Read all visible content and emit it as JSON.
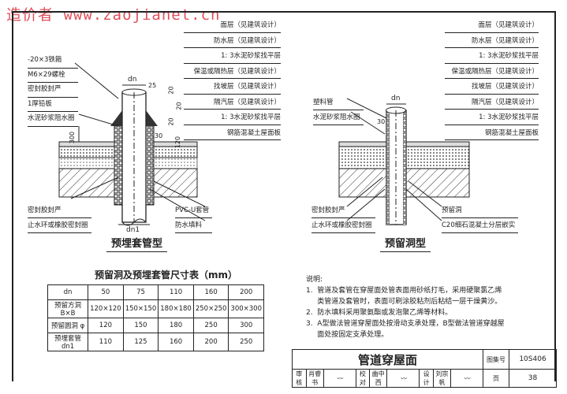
{
  "watermark": "造价者 www.zaojianet.cn",
  "layers": [
    "面层（见建筑设计）",
    "防水层（见建筑设计）",
    "1: 3水泥砂浆找平层",
    "保温或隔热层（见建筑设计）",
    "找坡层（见建筑设计）",
    "隔汽层（见建筑设计）",
    "1: 3水泥砂浆找平层",
    "钢筋混凝土屋面板"
  ],
  "left_drawing": {
    "title": "预埋套管型",
    "callouts_top": [
      "-20×3铁箍",
      "M6×29螺栓",
      "密封胶封严",
      "1厚铅板",
      "水泥砂浆阻水圈"
    ],
    "callouts_bottom_left": [
      "密封胶封严",
      "止水环或橡胶密封圈"
    ],
    "callouts_bottom_right": [
      "PVC-U套管",
      "防水填料"
    ],
    "dims": {
      "dn": "dn",
      "dn1": "dn1",
      "h300": "300",
      "d25": "25",
      "d20a": "20",
      "d20b": "20",
      "d20c": "20",
      "d30": "30",
      "d120": "120"
    }
  },
  "right_drawing": {
    "title": "预留洞型",
    "callouts_top": [
      "塑料管",
      "水泥砂浆阻水圈"
    ],
    "callouts_bottom_left": [
      "密封胶封严",
      "止水环或橡胶密封圈"
    ],
    "callouts_bottom_right": [
      "预留洞",
      "C20细石混凝土分层嵌实"
    ],
    "dims": {
      "dn": "dn",
      "d30": "30"
    }
  },
  "size_table": {
    "title": "预留洞及预埋套管尺寸表（mm）",
    "rows": [
      [
        "dn",
        "50",
        "75",
        "110",
        "160",
        "200"
      ],
      [
        "预留方洞B×B",
        "120×120",
        "150×150",
        "180×180",
        "250×250",
        "300×300"
      ],
      [
        "预留圆洞 φ",
        "120",
        "150",
        "180",
        "250",
        "300"
      ],
      [
        "预埋套管dn1",
        "110",
        "125",
        "160",
        "200",
        "250"
      ]
    ]
  },
  "notes": {
    "heading": "说明:",
    "items": [
      "1.  管道及套管在穿屋面处管表面用砂纸打毛，采用硬聚氯乙烯",
      "     类管道及套管时，表面可刷涂胶粘剂后粘结一层干燥黄沙。",
      "2.  防水填料采用聚氨酯或发泡聚乙烯等材料。",
      "3.  A型做法管道穿屋面处按滑动支承处理，B型做法管道穿越屋",
      "     面处按固定支承处理。"
    ]
  },
  "title_block": {
    "title": "管道穿屋面",
    "atlas_label": "图集号",
    "atlas_no": "10S406",
    "page_label": "页",
    "page_no": "38",
    "sign": [
      "审核",
      "肖睿书",
      "校对",
      "曲中西",
      "设计",
      "刘宗帆"
    ]
  }
}
